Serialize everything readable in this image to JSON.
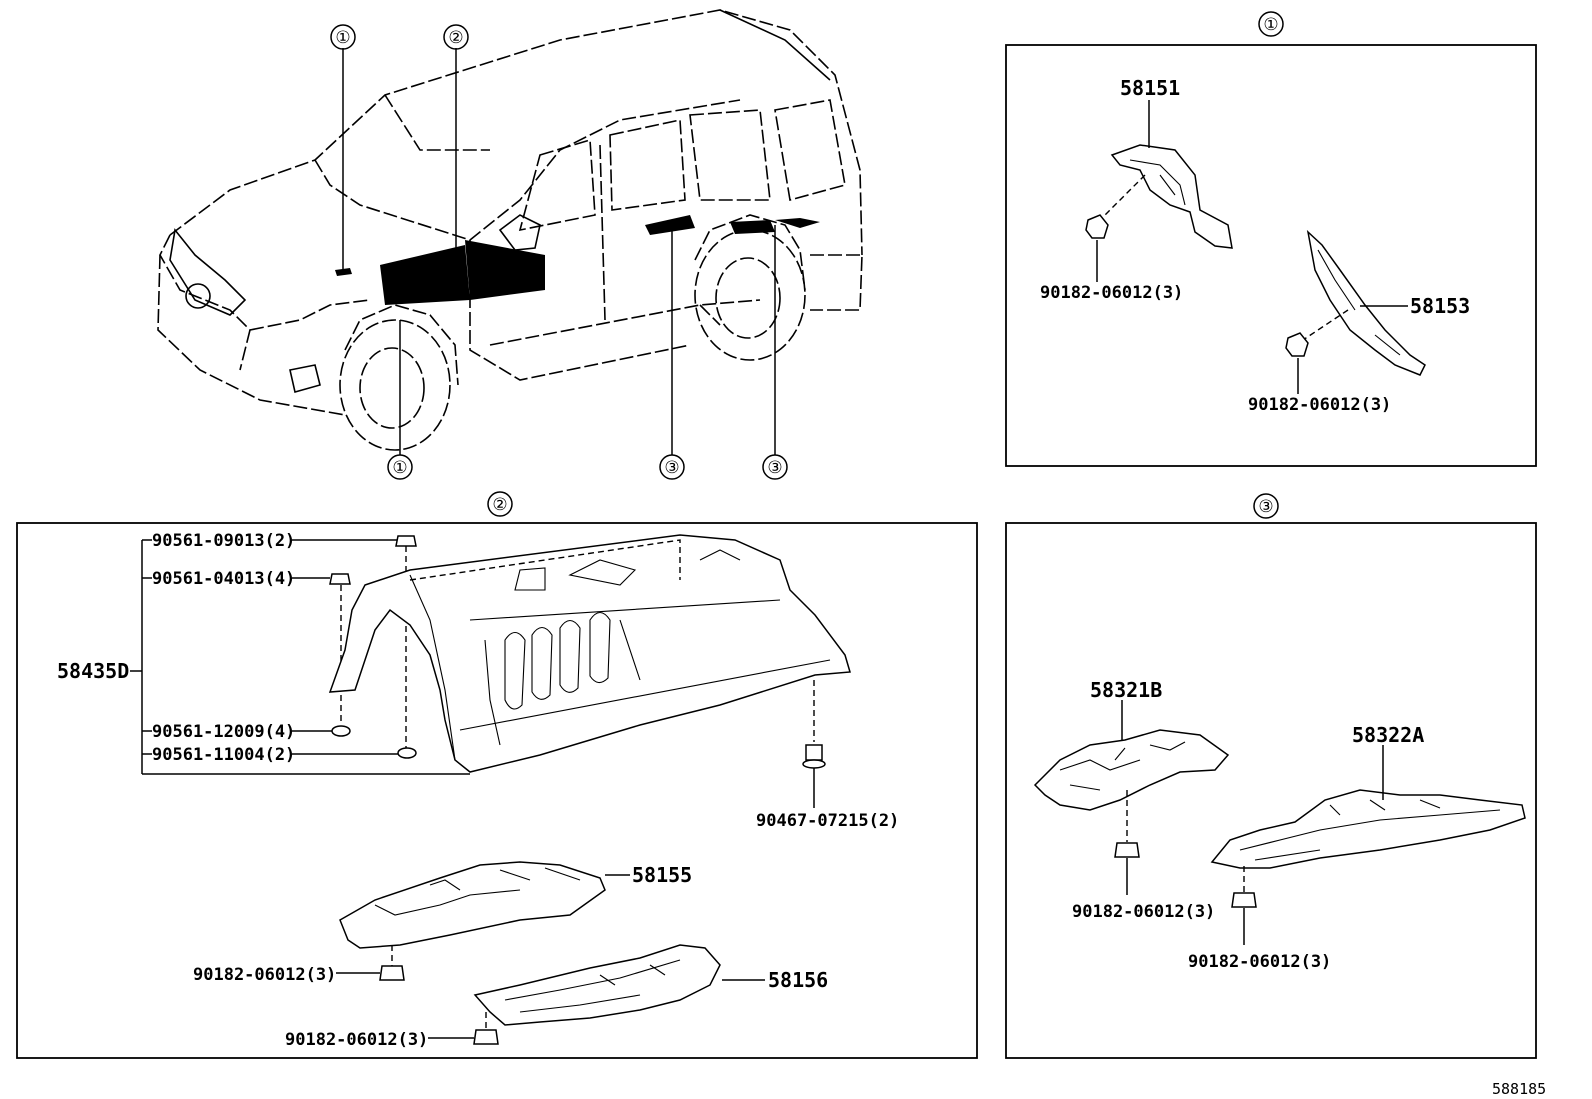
{
  "sections": {
    "s1": "①",
    "s2": "②",
    "s3": "③"
  },
  "overview": {
    "markers": [
      "①",
      "②",
      "①",
      "③",
      "③"
    ]
  },
  "panel1": {
    "p58151": "58151",
    "p58153": "58153",
    "bolt_a": "90182-06012(3)",
    "bolt_b": "90182-06012(3)"
  },
  "panel2": {
    "assy": "58435D",
    "plug_a": "90561-09013(2)",
    "plug_b": "90561-04013(4)",
    "plug_c": "90561-12009(4)",
    "plug_d": "90561-11004(2)",
    "clip": "90467-07215(2)",
    "p58155": "58155",
    "p58156": "58156",
    "bolt_a": "90182-06012(3)",
    "bolt_b": "90182-06012(3)"
  },
  "panel3": {
    "p58321B": "58321B",
    "p58322A": "58322A",
    "bolt_a": "90182-06012(3)",
    "bolt_b": "90182-06012(3)"
  },
  "illustration_number": "588185"
}
